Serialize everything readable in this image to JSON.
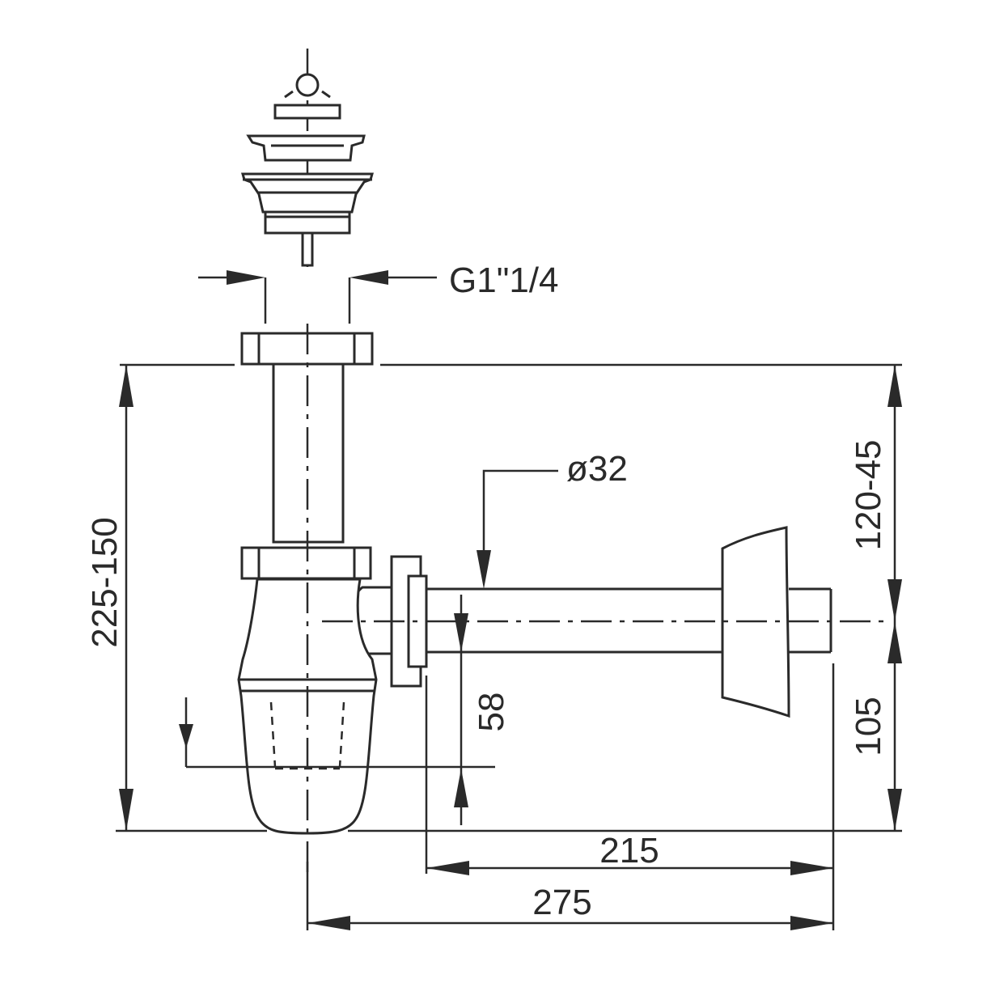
{
  "diagram": {
    "labels": {
      "thread": "G1\"1/4",
      "pipe_diameter": "ø32",
      "height_range": "225-150",
      "upper_range": "120-45",
      "lower_height": "105",
      "water_seal": "58",
      "length_inner": "215",
      "length_total": "275"
    }
  }
}
